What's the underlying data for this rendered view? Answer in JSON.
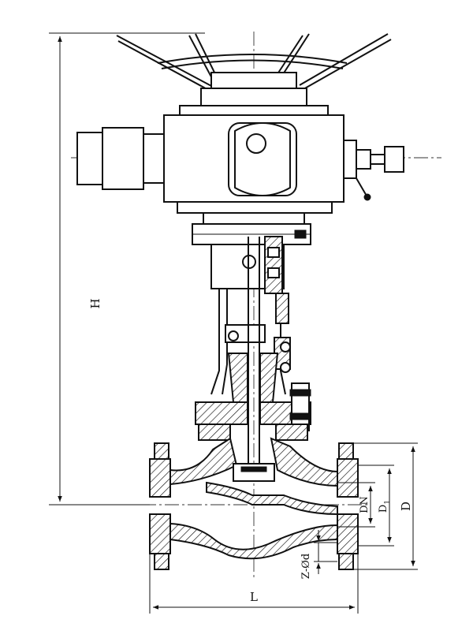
{
  "dimensions": {
    "height": "H",
    "length": "L",
    "nominal_diameter": "DN",
    "inner_diameter": "D",
    "inner_diameter_subscript": "1",
    "flange_diameter": "D",
    "bolt_holes": "Z-Ød"
  },
  "colors": {
    "line": "#111111",
    "paper": "#ffffff"
  }
}
